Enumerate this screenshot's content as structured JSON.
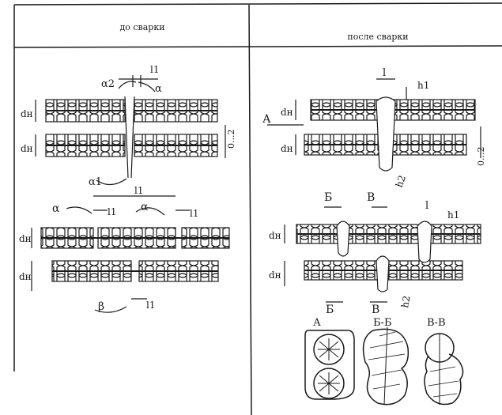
{
  "headers": {
    "left": "до сварки",
    "right": "после сварки"
  },
  "labels": {
    "d_n": "dн",
    "d_n_alt": "dн",
    "gap_left": "0...2",
    "gap_right": "0...2",
    "l1": "l1",
    "l": "l",
    "h1": "h1",
    "h2": "h2",
    "alpha": "α",
    "alpha1": "α1",
    "alpha2": "α2",
    "beta": "β",
    "view_A": "А",
    "section_B": "Б",
    "section_V": "В",
    "section_BB": "Б-Б",
    "section_VV": "В-В"
  },
  "colors": {
    "ink": "#1a1a1a",
    "paper": "#ffffff"
  }
}
